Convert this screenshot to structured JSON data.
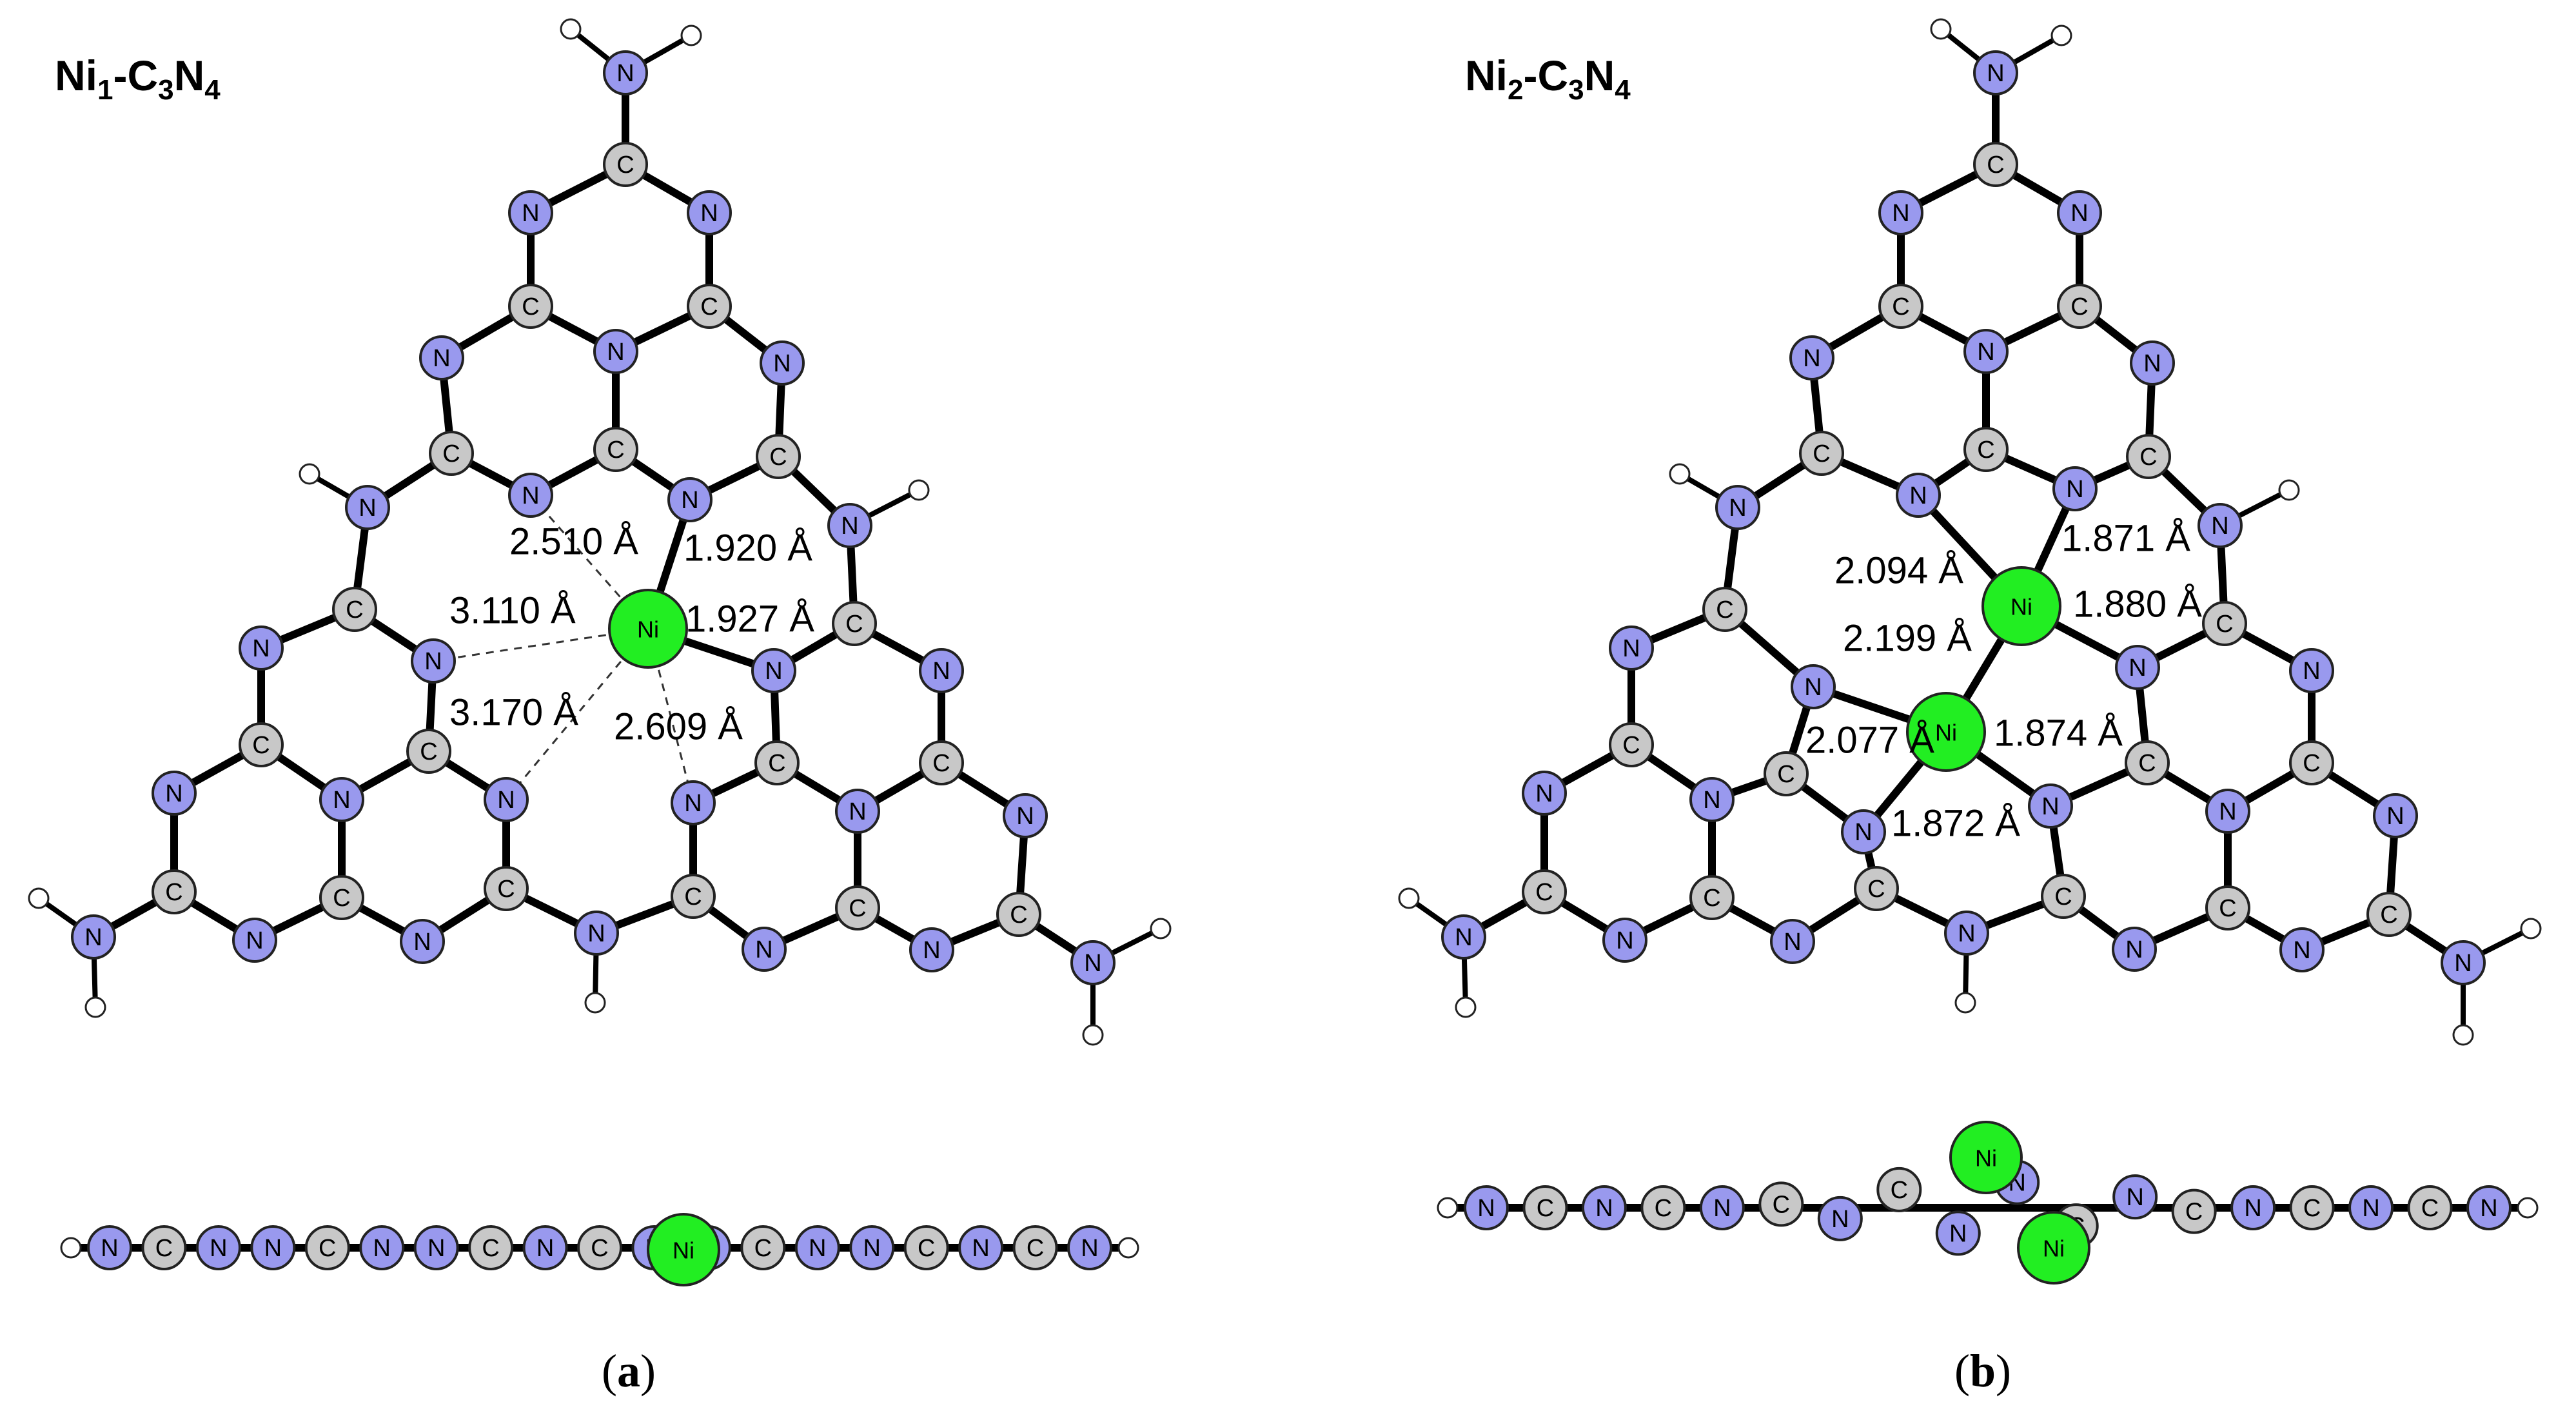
{
  "colors": {
    "nitrogen": "#9999ee",
    "carbon": "#c8c8c8",
    "nickel": "#22ee22",
    "hydrogen": "#ffffff"
  },
  "atom_labels": {
    "carbon": "C",
    "nitrogen": "N",
    "nickel": "Ni"
  },
  "panels": [
    {
      "id": "a",
      "title": {
        "main": "Ni",
        "sub1": "1",
        "mid": "-C",
        "sub2": "3",
        "mid2": "N",
        "sub3": "4"
      },
      "caption": {
        "open": "(",
        "letter": "a",
        "close": ")"
      },
      "distances": [
        "2.510 Å",
        "1.920 Å",
        "3.110 Å",
        "1.927 Å",
        "3.170 Å",
        "2.609 Å"
      ]
    },
    {
      "id": "b",
      "title": {
        "main": "Ni",
        "sub1": "2",
        "mid": "-C",
        "sub2": "3",
        "mid2": "N",
        "sub3": "4"
      },
      "caption": {
        "open": "(",
        "letter": "b",
        "close": ")"
      },
      "distances": [
        "1.871 Å",
        "2.094 Å",
        "1.880 Å",
        "2.199 Å",
        "1.874 Å",
        "2.077 Å",
        "1.872 Å"
      ]
    }
  ]
}
